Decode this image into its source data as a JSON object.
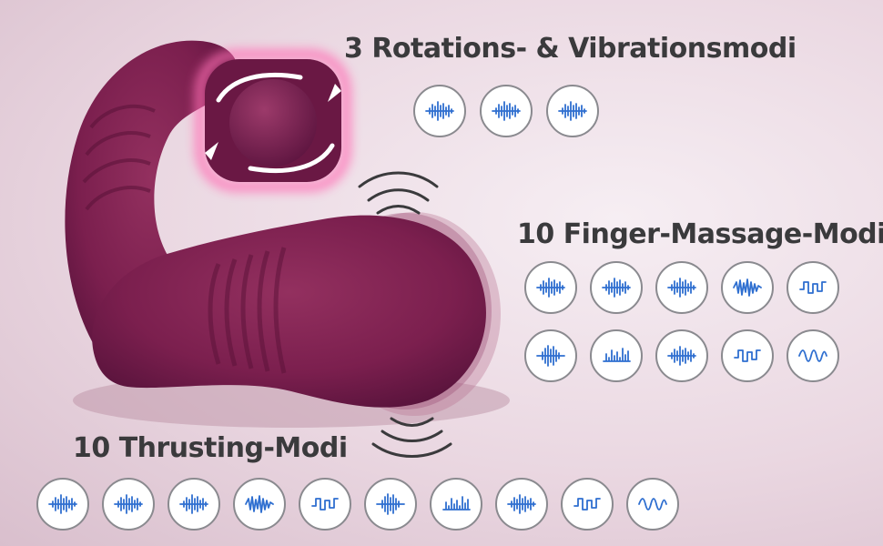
{
  "headings": {
    "rotation": "3 Rotations- & Vibrationsmodi",
    "finger": "10 Finger-Massage-Modi",
    "thrusting": "10 Thrusting-Modi"
  },
  "colors": {
    "device": "#7b1f4e",
    "device_shadow": "#5a1238",
    "glow": "#ff6fb5",
    "wave": "#2f6fd0",
    "icon_border": "#8a8a8f",
    "heading": "#3a3a3c"
  },
  "icon_sets": {
    "rotation": [
      "pulse-wave-icon",
      "pulse-wave-icon",
      "pulse-wave-icon"
    ],
    "finger_row1": [
      "pulse-wave-icon",
      "pulse-wave-icon",
      "pulse-wave-icon",
      "dense-wave-icon",
      "square-wave-icon"
    ],
    "finger_row2": [
      "burst-wave-icon",
      "stepped-wave-icon",
      "pulse-wave-icon",
      "square-wave-icon",
      "sine-wave-icon"
    ],
    "thrusting": [
      "pulse-wave-icon",
      "pulse-wave-icon",
      "pulse-wave-icon",
      "dense-wave-icon",
      "square-wave-icon",
      "burst-wave-icon",
      "stepped-wave-icon",
      "pulse-wave-icon",
      "square-wave-icon",
      "sine-wave-icon"
    ]
  }
}
